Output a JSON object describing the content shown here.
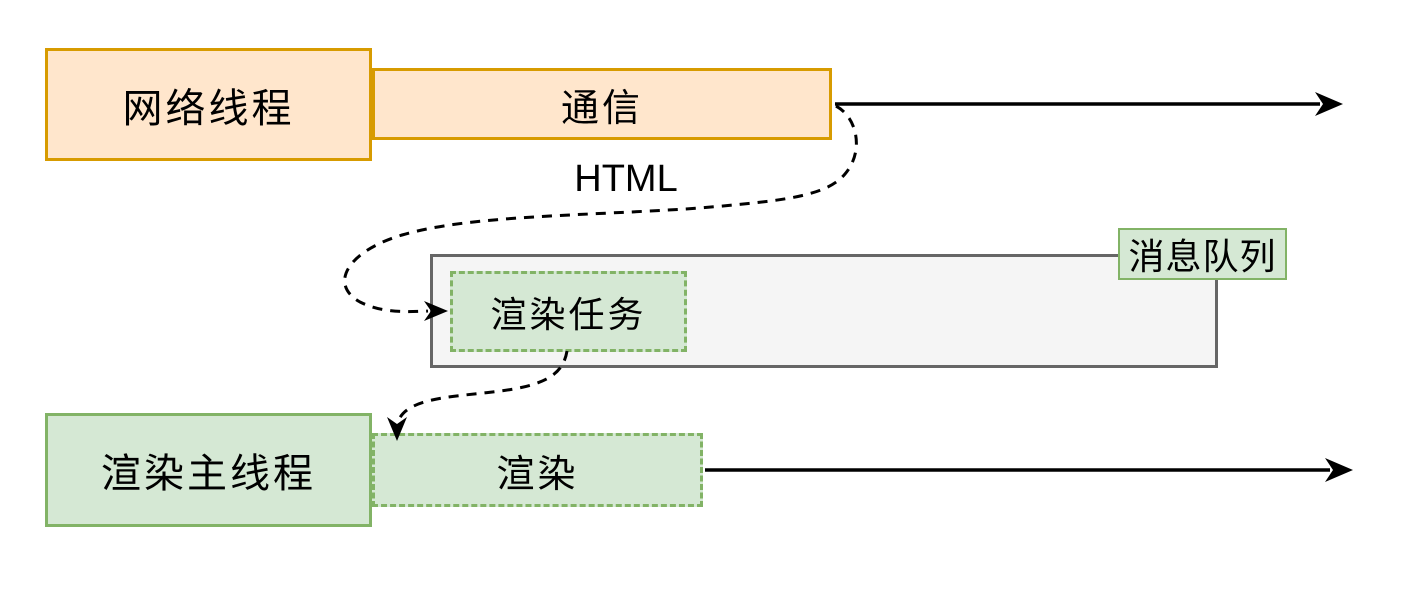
{
  "diagram": {
    "nodes": {
      "network_thread": {
        "label": "网络线程"
      },
      "communication": {
        "label": "通信"
      },
      "message_queue": {
        "label": "消息队列"
      },
      "render_task": {
        "label": "渲染任务"
      },
      "render_main_thread": {
        "label": "渲染主线程"
      },
      "render": {
        "label": "渲染"
      }
    },
    "annotations": {
      "html": {
        "label": "HTML"
      }
    },
    "colors": {
      "orange_fill": "#FFE6CC",
      "orange_border": "#D79B00",
      "green_fill": "#D5E8D4",
      "green_border": "#82B366",
      "queue_fill": "#F5F5F5",
      "queue_border": "#666666",
      "connector": "#000000"
    }
  }
}
